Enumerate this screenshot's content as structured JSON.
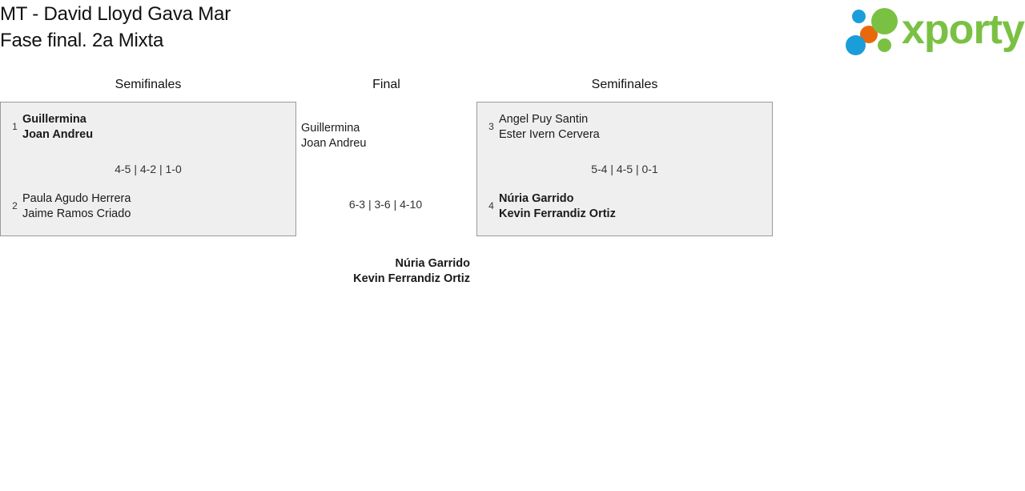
{
  "header": {
    "title_line1": "MT - David Lloyd Gava Mar",
    "title_line2": "Fase final. 2a Mixta",
    "logo": {
      "wordmark": "xporty",
      "colors": {
        "green": "#7ac143",
        "blue": "#1b9dd9",
        "orange": "#e8690b"
      }
    }
  },
  "bracket": {
    "rounds": [
      {
        "label": "Semifinales"
      },
      {
        "label": "Final"
      },
      {
        "label": "Semifinales"
      }
    ],
    "semifinal_left": {
      "score": "4-5 | 4-2 | 1-0",
      "top": {
        "seed": "1",
        "player1": "Guillermina",
        "player2": "Joan Andreu"
      },
      "bottom": {
        "seed": "2",
        "player1": "Paula Agudo Herrera",
        "player2": "Jaime Ramos Criado"
      }
    },
    "semifinal_right": {
      "score": "5-4 | 4-5 | 0-1",
      "top": {
        "seed": "3",
        "player1": "Angel Puy Santin",
        "player2": "Ester Ivern Cervera"
      },
      "bottom": {
        "seed": "4",
        "player1": "Núria Garrido",
        "player2": "Kevin Ferrandiz Ortiz"
      }
    },
    "final": {
      "score": "6-3 | 3-6 | 4-10",
      "finalist": {
        "player1": "Guillermina",
        "player2": "Joan Andreu"
      },
      "champion": {
        "player1": "Núria Garrido",
        "player2": "Kevin Ferrandiz Ortiz"
      }
    }
  }
}
